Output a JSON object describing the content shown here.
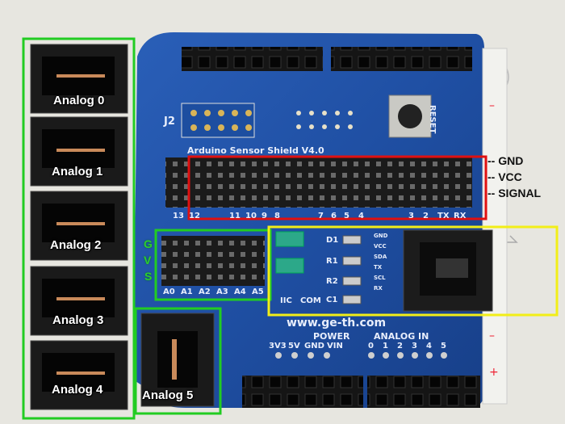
{
  "analog_labels": [
    "Analog 0",
    "Analog 1",
    "Analog 2",
    "Analog 3",
    "Analog 4",
    "Analog 5"
  ],
  "pin_labels": {
    "gnd": "-- GND",
    "vcc": "-- VCC",
    "signal": "-- SIGNAL"
  },
  "gvs_letters": [
    "G",
    "V",
    "S"
  ],
  "board_text": {
    "title": "Arduino Sensor Shield V4.0",
    "website": "www.ge-th.com",
    "power": "POWER",
    "analog_in": "ANALOG IN",
    "reset": "RESET",
    "j2": "J2",
    "iic": "IIC",
    "com": "COM",
    "power_pins": [
      "3V3",
      "5V",
      "GND",
      "VIN"
    ],
    "analog_pins": [
      "0",
      "1",
      "2",
      "3",
      "4",
      "5"
    ],
    "digital_numbers": [
      "13",
      "12",
      "11",
      "10",
      "9",
      "8",
      "7",
      "6",
      "5",
      "4",
      "3",
      "2",
      "TX",
      "RX"
    ],
    "analog_header": [
      "A0",
      "A1",
      "A2",
      "A3",
      "A4",
      "A5"
    ],
    "components": [
      "D1",
      "R1",
      "R2",
      "C1"
    ],
    "bt_pins": [
      "GND",
      "VCC",
      "SDA",
      "TX",
      "SCL",
      "RX"
    ]
  },
  "box_colors": {
    "green": "#22cc22",
    "red": "#e01010",
    "yellow": "#f2ee18"
  }
}
